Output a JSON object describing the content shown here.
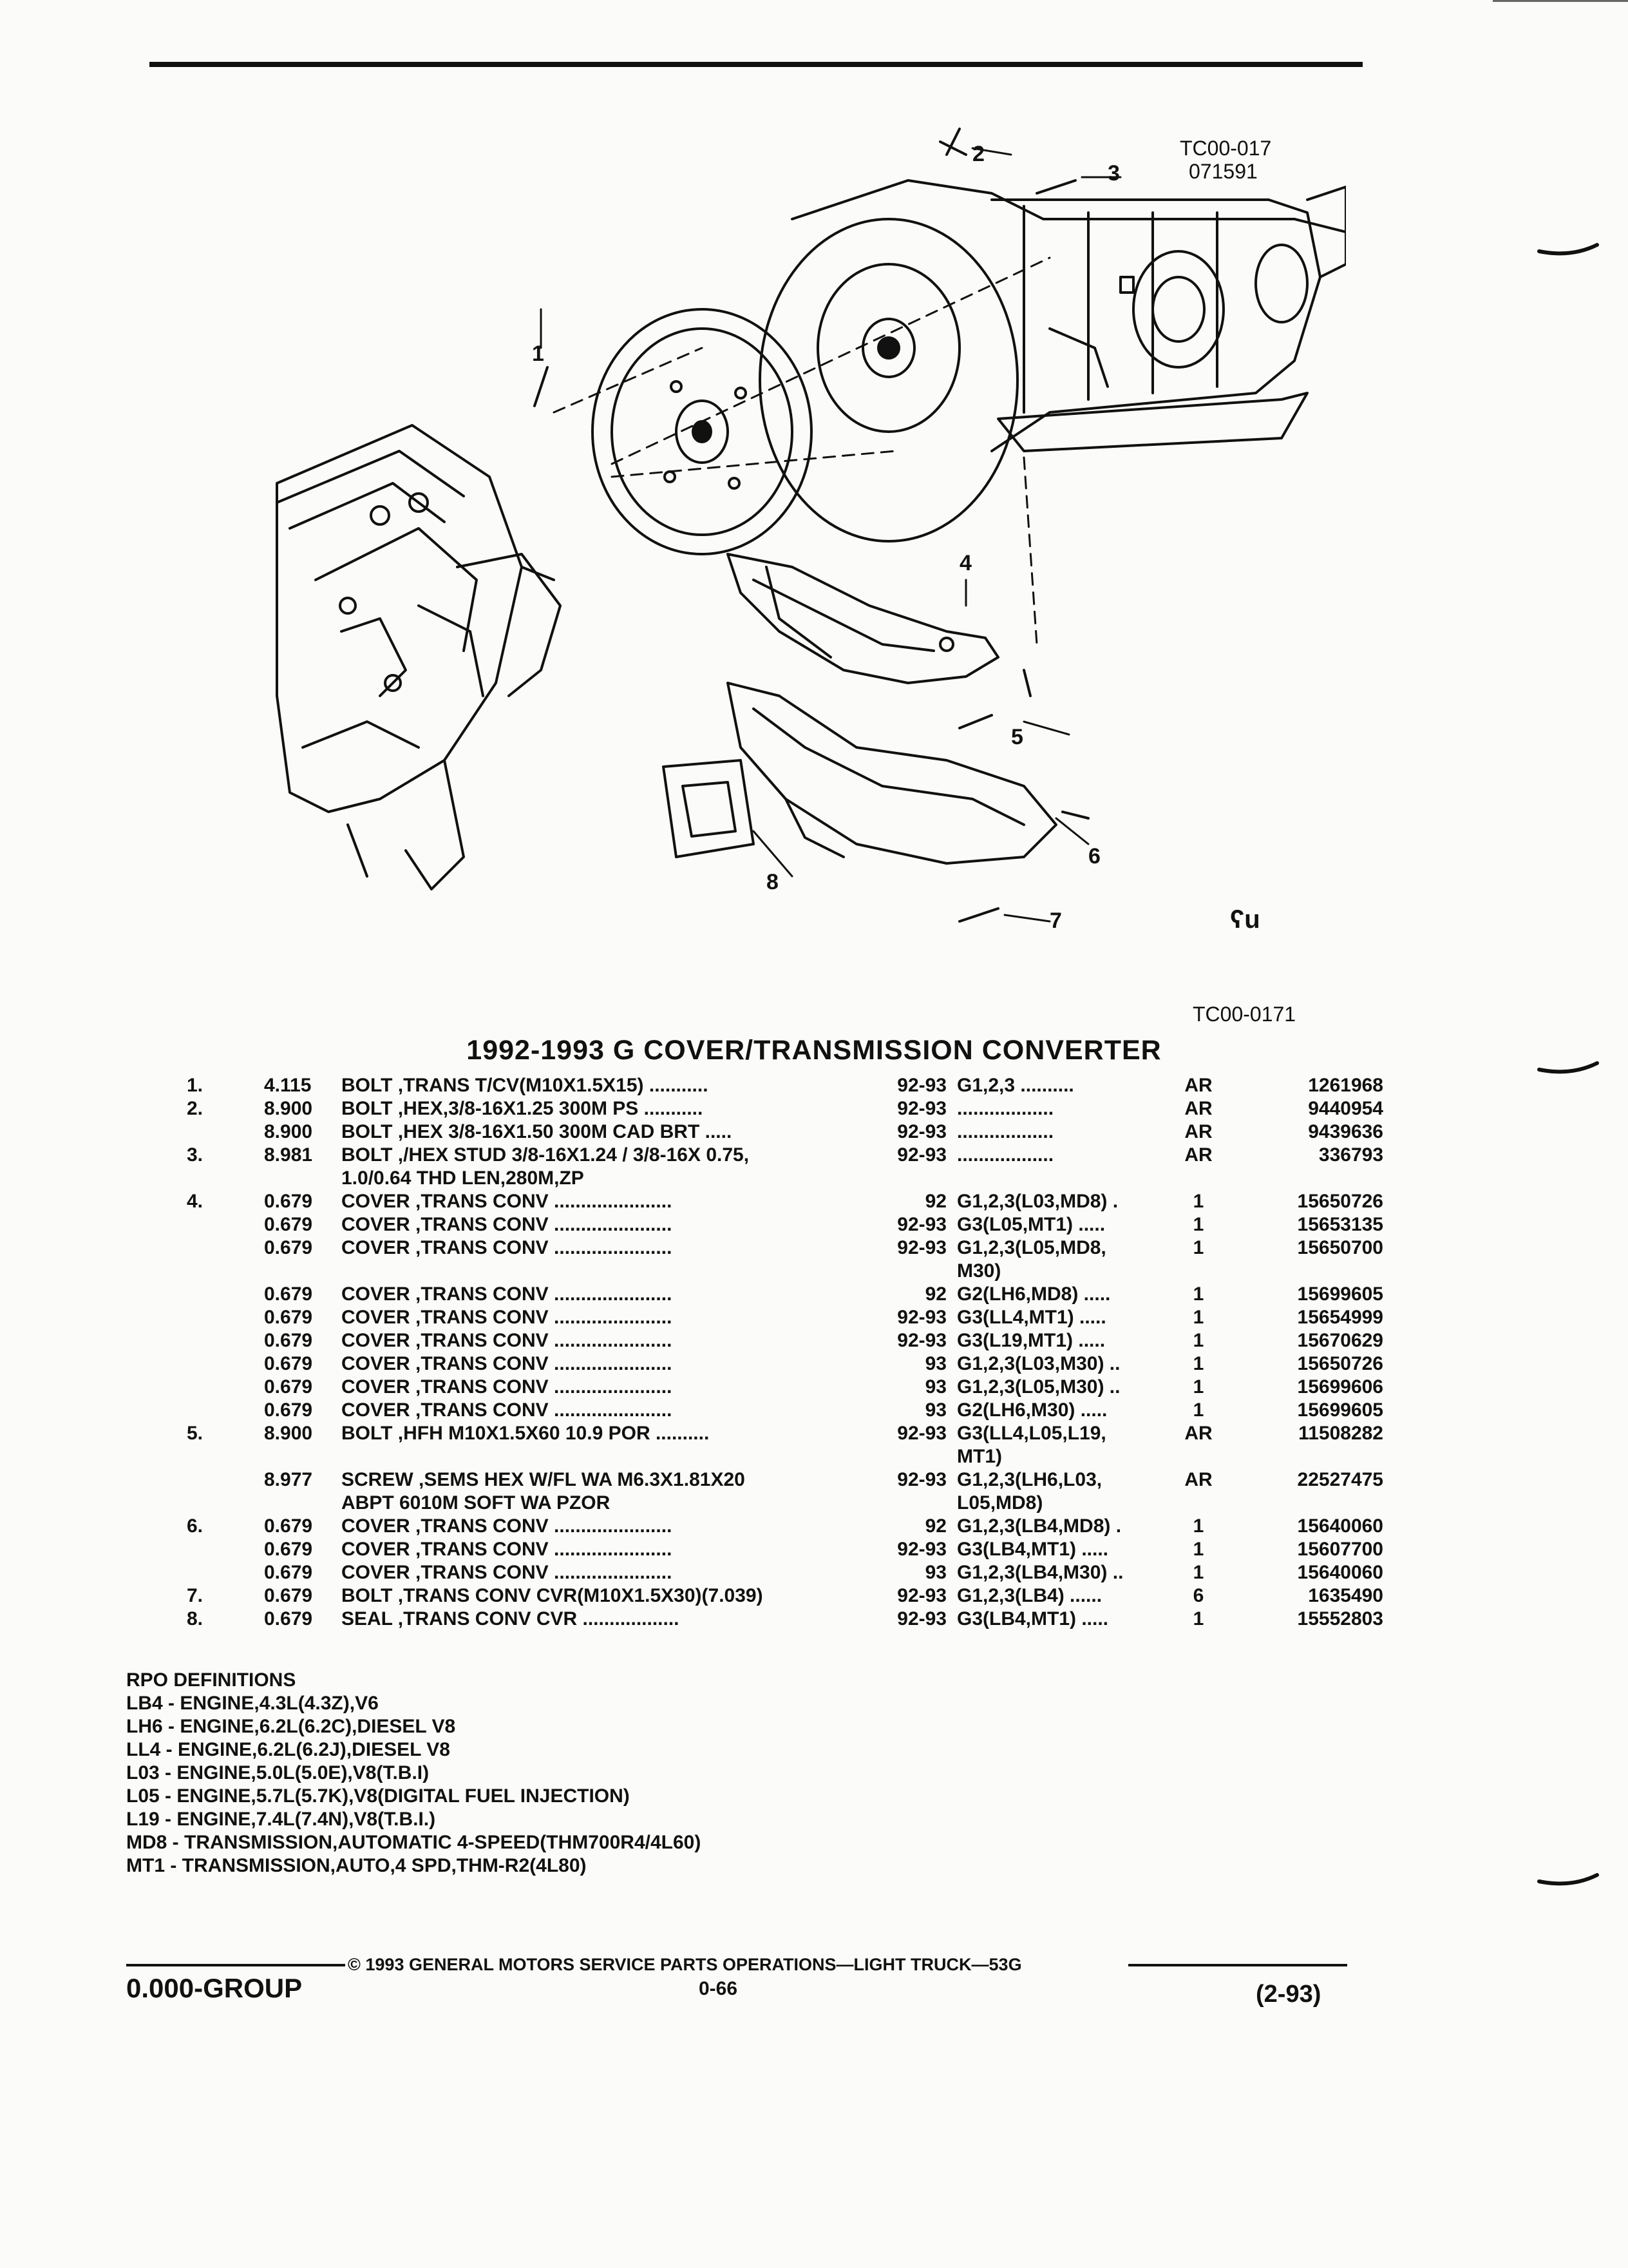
{
  "header": {
    "figure_ref_top": "TC00-017",
    "figure_ref_date": "071591",
    "figure_ref_bottom": "TC00-0171"
  },
  "diagram": {
    "callouts": [
      "1",
      "2",
      "3",
      "4",
      "5",
      "6",
      "7",
      "8"
    ]
  },
  "title": "1992-1993 G COVER/TRANSMISSION CONVERTER",
  "parts": [
    {
      "no": "1.",
      "group": "4.115",
      "desc": "BOLT ,TRANS T/CV(M10X1.5X15)",
      "dots": "...........",
      "years": "92-93",
      "app": "G1,2,3 ..........",
      "qty": "AR",
      "pn": "1261968"
    },
    {
      "no": "2.",
      "group": "8.900",
      "desc": "BOLT ,HEX,3/8-16X1.25 300M PS",
      "dots": "...........",
      "years": "92-93",
      "app": "..................",
      "qty": "AR",
      "pn": "9440954"
    },
    {
      "no": "",
      "group": "8.900",
      "desc": "BOLT ,HEX 3/8-16X1.50 300M CAD BRT",
      "dots": ".....",
      "years": "92-93",
      "app": "..................",
      "qty": "AR",
      "pn": "9439636"
    },
    {
      "no": "3.",
      "group": "8.981",
      "desc": "BOLT ,/HEX STUD 3/8-16X1.24 / 3/8-16X 0.75,",
      "dots": "",
      "years": "92-93",
      "app": "..................",
      "qty": "AR",
      "pn": "336793"
    },
    {
      "no": "",
      "group": "",
      "desc": "1.0/0.64 THD LEN,280M,ZP",
      "dots": "",
      "years": "",
      "app": "",
      "qty": "",
      "pn": ""
    },
    {
      "no": "4.",
      "group": "0.679",
      "desc": "COVER ,TRANS CONV",
      "dots": "......................",
      "years": "92",
      "app": "G1,2,3(L03,MD8) .",
      "qty": "1",
      "pn": "15650726"
    },
    {
      "no": "",
      "group": "0.679",
      "desc": "COVER ,TRANS CONV",
      "dots": "......................",
      "years": "92-93",
      "app": "G3(L05,MT1) .....",
      "qty": "1",
      "pn": "15653135"
    },
    {
      "no": "",
      "group": "0.679",
      "desc": "COVER ,TRANS CONV",
      "dots": "......................",
      "years": "92-93",
      "app": "G1,2,3(L05,MD8,",
      "qty": "1",
      "pn": "15650700"
    },
    {
      "no": "",
      "group": "",
      "desc": "",
      "dots": "",
      "years": "",
      "app": "M30)",
      "qty": "",
      "pn": ""
    },
    {
      "no": "",
      "group": "0.679",
      "desc": "COVER ,TRANS CONV",
      "dots": "......................",
      "years": "92",
      "app": "G2(LH6,MD8) .....",
      "qty": "1",
      "pn": "15699605"
    },
    {
      "no": "",
      "group": "0.679",
      "desc": "COVER ,TRANS CONV",
      "dots": "......................",
      "years": "92-93",
      "app": "G3(LL4,MT1) .....",
      "qty": "1",
      "pn": "15654999"
    },
    {
      "no": "",
      "group": "0.679",
      "desc": "COVER ,TRANS CONV",
      "dots": "......................",
      "years": "92-93",
      "app": "G3(L19,MT1) .....",
      "qty": "1",
      "pn": "15670629"
    },
    {
      "no": "",
      "group": "0.679",
      "desc": "COVER ,TRANS CONV",
      "dots": "......................",
      "years": "93",
      "app": "G1,2,3(L03,M30) ..",
      "qty": "1",
      "pn": "15650726"
    },
    {
      "no": "",
      "group": "0.679",
      "desc": "COVER ,TRANS CONV",
      "dots": "......................",
      "years": "93",
      "app": "G1,2,3(L05,M30) ..",
      "qty": "1",
      "pn": "15699606"
    },
    {
      "no": "",
      "group": "0.679",
      "desc": "COVER ,TRANS CONV",
      "dots": "......................",
      "years": "93",
      "app": "G2(LH6,M30) .....",
      "qty": "1",
      "pn": "15699605"
    },
    {
      "no": "5.",
      "group": "8.900",
      "desc": "BOLT ,HFH M10X1.5X60 10.9 POR",
      "dots": "..........",
      "years": "92-93",
      "app": "G3(LL4,L05,L19,",
      "qty": "AR",
      "pn": "11508282"
    },
    {
      "no": "",
      "group": "",
      "desc": "",
      "dots": "",
      "years": "",
      "app": "MT1)",
      "qty": "",
      "pn": ""
    },
    {
      "no": "",
      "group": "8.977",
      "desc": "SCREW ,SEMS HEX W/FL WA M6.3X1.81X20",
      "dots": "",
      "years": "92-93",
      "app": "G1,2,3(LH6,L03,",
      "qty": "AR",
      "pn": "22527475"
    },
    {
      "no": "",
      "group": "",
      "desc": "ABPT 6010M SOFT WA PZOR",
      "dots": "",
      "years": "",
      "app": "L05,MD8)",
      "qty": "",
      "pn": ""
    },
    {
      "no": "6.",
      "group": "0.679",
      "desc": "COVER ,TRANS CONV",
      "dots": "......................",
      "years": "92",
      "app": "G1,2,3(LB4,MD8) .",
      "qty": "1",
      "pn": "15640060"
    },
    {
      "no": "",
      "group": "0.679",
      "desc": "COVER ,TRANS CONV",
      "dots": "......................",
      "years": "92-93",
      "app": "G3(LB4,MT1) .....",
      "qty": "1",
      "pn": "15607700"
    },
    {
      "no": "",
      "group": "0.679",
      "desc": "COVER ,TRANS CONV",
      "dots": "......................",
      "years": "93",
      "app": "G1,2,3(LB4,M30) ..",
      "qty": "1",
      "pn": "15640060"
    },
    {
      "no": "7.",
      "group": "0.679",
      "desc": "BOLT ,TRANS CONV CVR(M10X1.5X30)(7.039)",
      "dots": "",
      "years": "92-93",
      "app": "G1,2,3(LB4) ......",
      "qty": "6",
      "pn": "1635490"
    },
    {
      "no": "8.",
      "group": "0.679",
      "desc": "SEAL ,TRANS CONV CVR",
      "dots": "..................",
      "years": "92-93",
      "app": "G3(LB4,MT1) .....",
      "qty": "1",
      "pn": "15552803"
    }
  ],
  "rpo": {
    "heading": "RPO DEFINITIONS",
    "items": [
      "LB4 - ENGINE,4.3L(4.3Z),V6",
      "LH6 - ENGINE,6.2L(6.2C),DIESEL V8",
      "LL4 - ENGINE,6.2L(6.2J),DIESEL V8",
      "L03 - ENGINE,5.0L(5.0E),V8(T.B.I)",
      "L05 - ENGINE,5.7L(5.7K),V8(DIGITAL FUEL INJECTION)",
      "L19 - ENGINE,7.4L(7.4N),V8(T.B.I.)",
      "MD8 - TRANSMISSION,AUTOMATIC 4-SPEED(THM700R4/4L60)",
      "MT1 - TRANSMISSION,AUTO,4 SPD,THM-R2(4L80)"
    ]
  },
  "footer": {
    "group": "0.000-GROUP",
    "copyright": "© 1993 GENERAL MOTORS SERVICE PARTS OPERATIONS—LIGHT TRUCK—53G",
    "page": "0-66",
    "date": "(2-93)"
  },
  "style": {
    "ink": "#111111",
    "paper": "#fbfbf9"
  }
}
